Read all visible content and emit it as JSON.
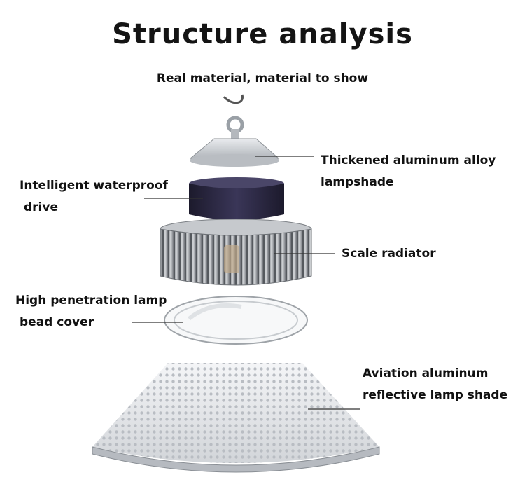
{
  "header": {
    "title": "Structure analysis",
    "subtitle": "Real material, material to show"
  },
  "callouts": {
    "shade": {
      "line1": "Thickened aluminum alloy",
      "line2": "lampshade"
    },
    "drive": {
      "line1": "Intelligent waterproof",
      "line2": "drive"
    },
    "radiator": {
      "line1": "Scale radiator"
    },
    "cover": {
      "line1": "High penetration lamp",
      "line2": "bead cover"
    },
    "reflector": {
      "line1": "Aviation aluminum",
      "line2": "reflective  lamp shade"
    }
  },
  "colors": {
    "text": "#111111",
    "drive_body": "#2a2740",
    "aluminum": "#c9ccd0",
    "leader": "#333333"
  }
}
